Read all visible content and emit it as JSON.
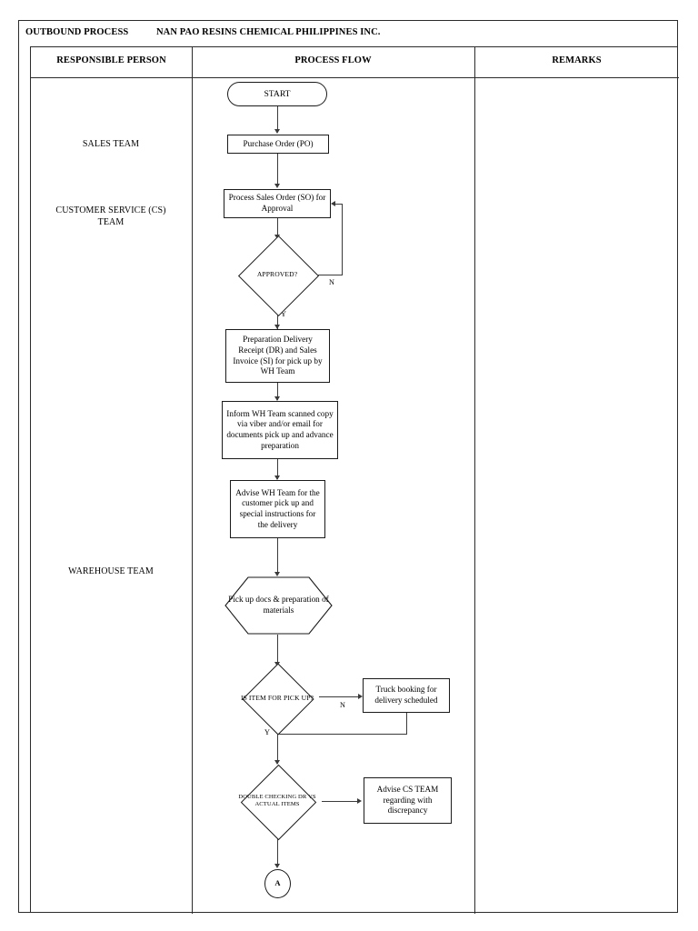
{
  "document": {
    "title": "OUTBOUND PROCESS",
    "company": "NAN PAO RESINS CHEMICAL PHILIPPINES INC."
  },
  "table": {
    "headers": {
      "responsible": "RESPONSIBLE PERSON",
      "process": "PROCESS FLOW",
      "remarks": "REMARKS"
    }
  },
  "roles": [
    {
      "label": "SALES TEAM"
    },
    {
      "label": "CUSTOMER SERVICE (CS) TEAM"
    },
    {
      "label": "WAREHOUSE TEAM"
    }
  ],
  "flow": {
    "nodes": [
      {
        "id": "start",
        "type": "terminator",
        "text": "START"
      },
      {
        "id": "purchase_order",
        "type": "process",
        "text": "Purchase Order (PO)"
      },
      {
        "id": "process_so",
        "type": "process",
        "text": "Process Sales Order (SO) for Approval"
      },
      {
        "id": "approved",
        "type": "decision",
        "text": "APPROVED?"
      },
      {
        "id": "prep_dr_si",
        "type": "process",
        "text": "Preparation Delivery Receipt (DR) and Sales Invoice (SI) for pick up by WH Team"
      },
      {
        "id": "inform_wh",
        "type": "process",
        "text": "Inform WH Team scanned copy via viber and/or email for documents pick up and advance preparation"
      },
      {
        "id": "advise_wh",
        "type": "process",
        "text": "Advise WH Team for the customer pick up and special instructions for the delivery"
      },
      {
        "id": "pick_up_docs",
        "type": "preparation",
        "text": "Pick up docs & preparation of materials"
      },
      {
        "id": "is_item_pickup",
        "type": "decision",
        "text": "IS ITEM FOR PICK UP?"
      },
      {
        "id": "truck_booking",
        "type": "process",
        "text": "Truck booking for delivery scheduled"
      },
      {
        "id": "double_check",
        "type": "decision",
        "text": "DOUBLE CHECKING DR VS ACTUAL ITEMS"
      },
      {
        "id": "advise_cs",
        "type": "process",
        "text": "Advise CS TEAM regarding with discrepancy"
      },
      {
        "id": "connector_a",
        "type": "connector",
        "text": "A"
      }
    ],
    "branch_labels": {
      "approved_no": "N",
      "approved_yes": "Y",
      "pickup_no": "N",
      "pickup_yes": "Y"
    }
  },
  "colors": {
    "frame": "#2b2b2b",
    "shape_stroke": "#1a1a1a",
    "line": "#3a3a3a",
    "background": "#ffffff",
    "text": "#000000"
  }
}
